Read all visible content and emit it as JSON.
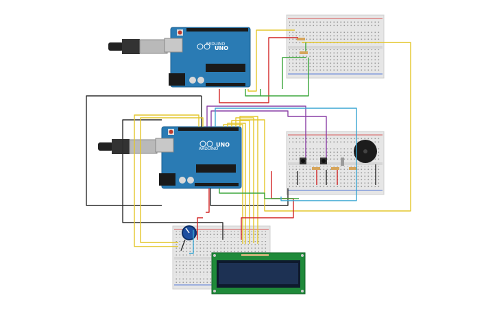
{
  "arduino_top": {
    "brand": "ARDUINO",
    "model": "UNO"
  },
  "arduino_bottom": {
    "brand": "ARDUINO",
    "model": "UNO"
  },
  "colors": {
    "board": "#2a7bb4",
    "breadboard": "#e6e6e6",
    "lcd_pcb": "#1f8a3a",
    "lcd_screen": "#1d3153",
    "wire_yellow": "#e3c62a",
    "wire_red": "#d22525",
    "wire_green": "#3aa63a",
    "wire_purple": "#8a3ea6",
    "wire_black": "#2b2b2b",
    "wire_blue": "#3aa6d2"
  },
  "components": {
    "potentiometer": "potentiometer-icon",
    "buzzer": "buzzer-icon",
    "pushbuttons": 2,
    "lcd": "lcd-16x2"
  }
}
